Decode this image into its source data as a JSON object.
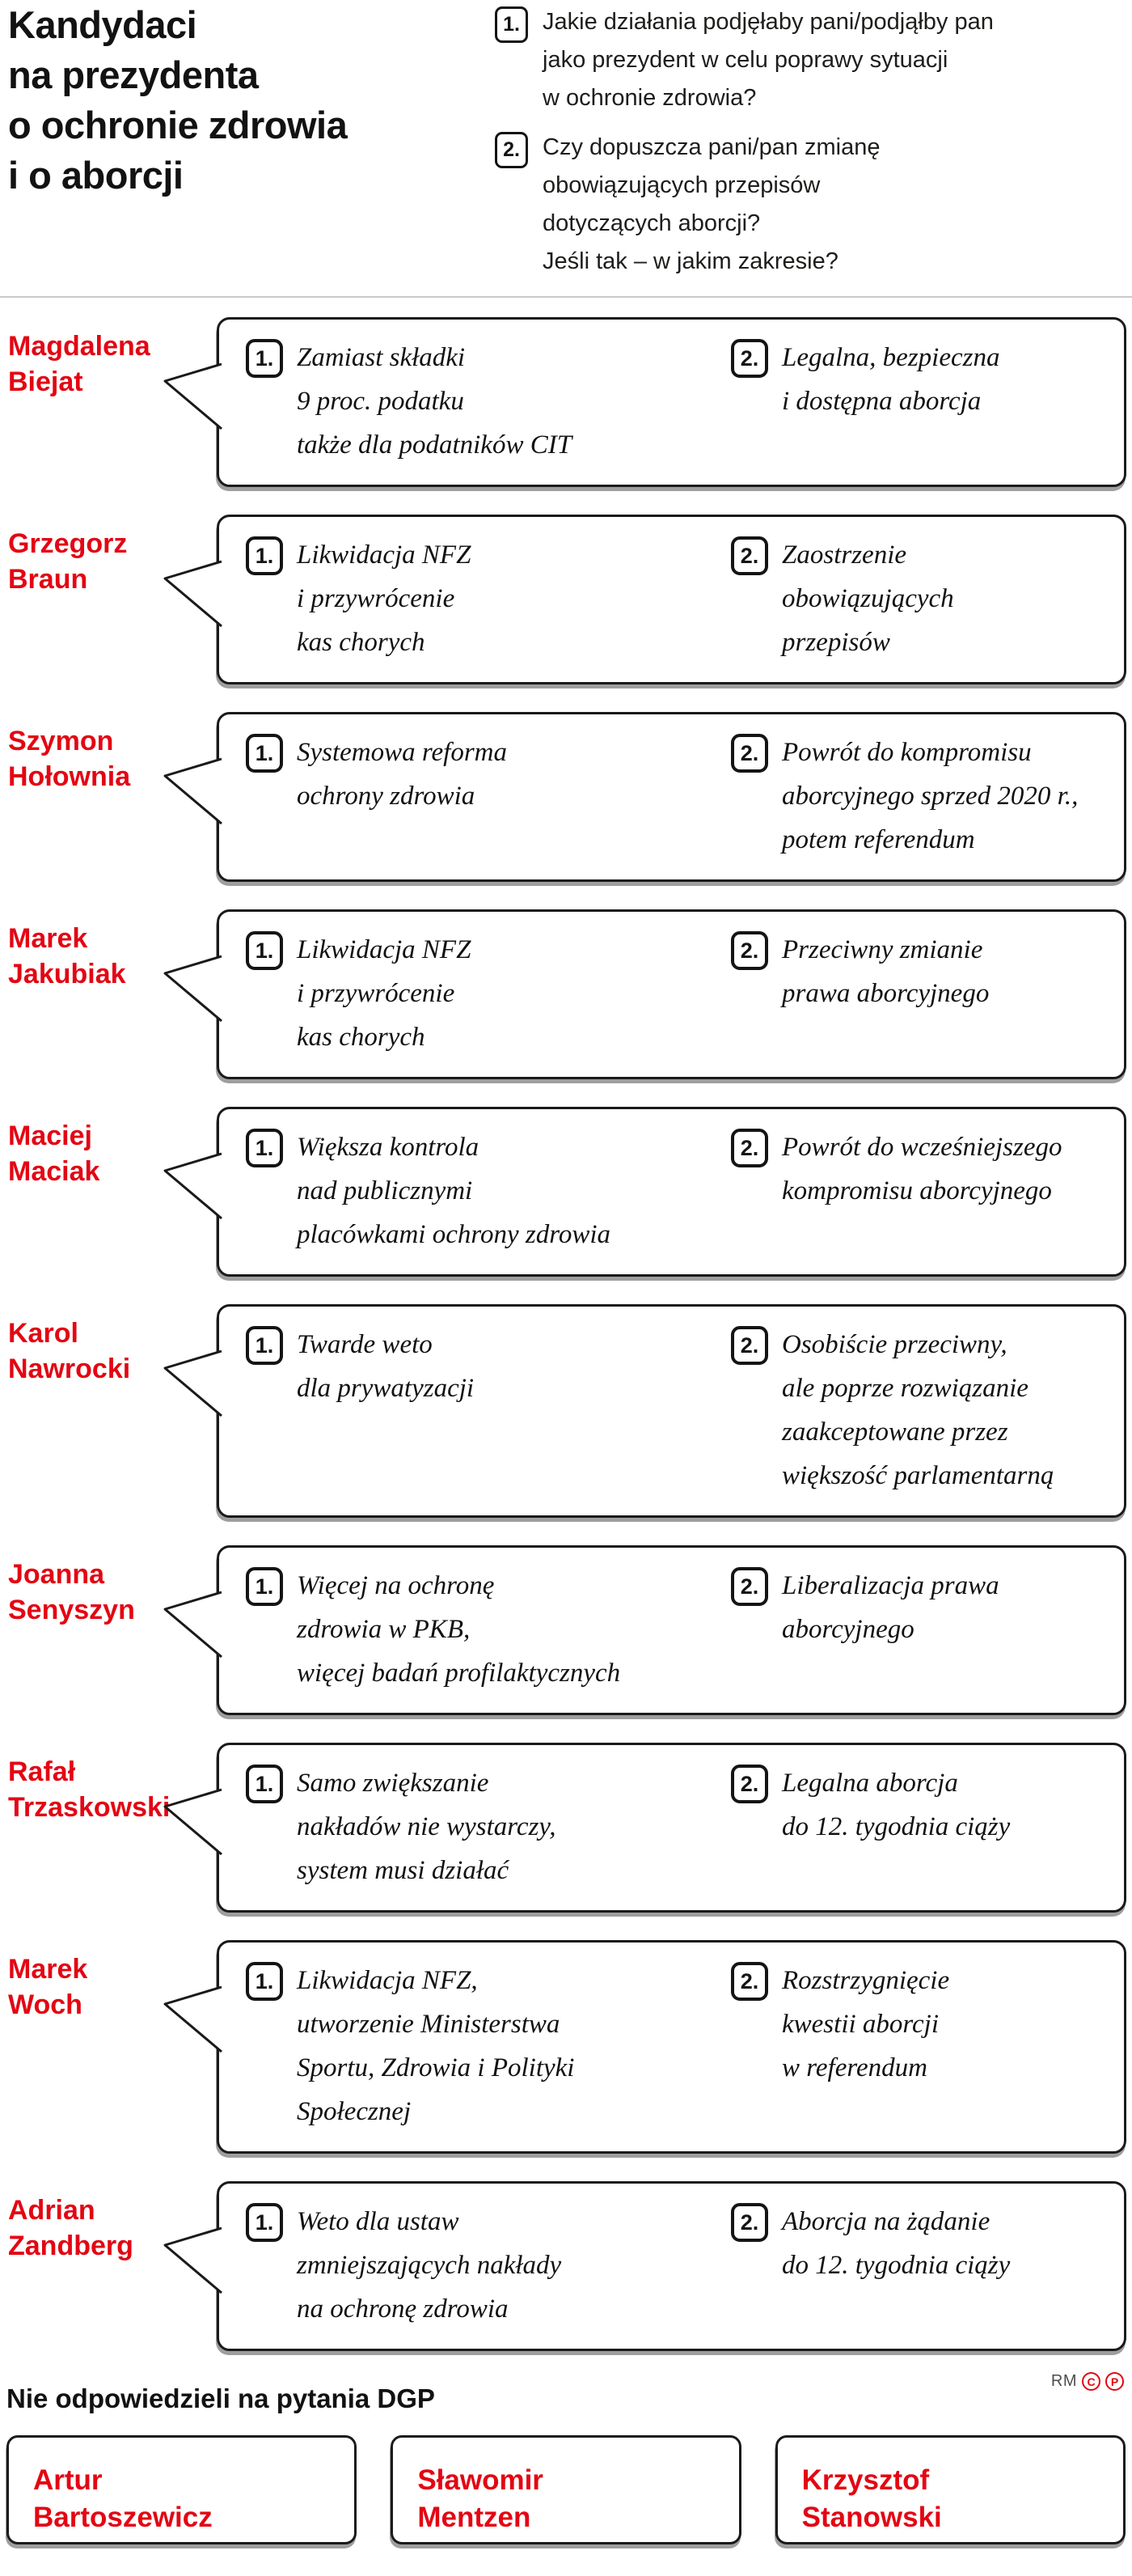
{
  "colors": {
    "accent_red": "#e30613",
    "ink": "#141414",
    "shadow_gray": "#9e9e9e"
  },
  "labels": {
    "answer1_badge": "1.",
    "answer2_badge": "2."
  },
  "header": {
    "title": "Kandydaci\nna prezydenta\no ochronie zdrowia\ni o aborcji",
    "questions": [
      {
        "num": "1.",
        "text": "Jakie działania podjęłaby pani/podjąłby pan\njako prezydent w celu poprawy sytuacji\nw ochronie zdrowia?"
      },
      {
        "num": "2.",
        "text": "Czy dopuszcza pani/pan zmianę\nobowiązujących przepisów\ndotyczących aborcji?\nJeśli tak – w jakim zakresie?"
      }
    ]
  },
  "candidates": [
    {
      "name": "Magdalena\nBiejat",
      "answer1": "Zamiast składki\n9 proc. podatku\ntakże dla podatników CIT",
      "answer2": "Legalna, bezpieczna\ni dostępna aborcja"
    },
    {
      "name": "Grzegorz\nBraun",
      "answer1": "Likwidacja NFZ\ni przywrócenie\nkas chorych",
      "answer2": "Zaostrzenie\nobowiązujących\nprzepisów"
    },
    {
      "name": "Szymon\nHołownia",
      "answer1": "Systemowa reforma\nochrony zdrowia",
      "answer2": "Powrót do kompromisu\naborcyjnego sprzed 2020 r.,\npotem referendum"
    },
    {
      "name": "Marek\nJakubiak",
      "answer1": "Likwidacja NFZ\ni przywrócenie\nkas chorych",
      "answer2": "Przeciwny zmianie\nprawa aborcyjnego"
    },
    {
      "name": "Maciej\nMaciak",
      "answer1": "Większa kontrola\nnad publicznymi\nplacówkami ochrony zdrowia",
      "answer2": "Powrót do wcześniejszego\nkompromisu aborcyjnego"
    },
    {
      "name": "Karol\nNawrocki",
      "answer1": "Twarde weto\ndla prywatyzacji",
      "answer2": "Osobiście przeciwny,\nale poprze rozwiązanie\nzaakceptowane przez\nwiększość parlamentarną"
    },
    {
      "name": "Joanna\nSenyszyn",
      "answer1": "Więcej na ochronę\nzdrowia w PKB,\nwięcej badań profilaktycznych",
      "answer2": "Liberalizacja prawa\naborcyjnego"
    },
    {
      "name": "Rafał\nTrzaskowski",
      "answer1": "Samo zwiększanie\nnakładów nie wystarczy,\nsystem musi działać",
      "answer2": "Legalna aborcja\ndo 12. tygodnia ciąży"
    },
    {
      "name": "Marek\nWoch",
      "answer1": "Likwidacja NFZ,\nutworzenie Ministerstwa\nSportu, Zdrowia i Polityki\nSpołecznej",
      "answer2": "Rozstrzygnięcie\nkwestii aborcji\nw referendum"
    },
    {
      "name": "Adrian\nZandberg",
      "answer1": "Weto dla ustaw\nzmniejszających nakłady\nna ochronę zdrowia",
      "answer2": "Aborcja na żądanie\ndo 12. tygodnia ciąży"
    }
  ],
  "footer": {
    "heading": "Nie odpowiedzieli na pytania DGP",
    "credit": "RM",
    "copyright_c": "C",
    "copyright_p": "P",
    "non_responders": [
      {
        "name": "Artur\nBartoszewicz"
      },
      {
        "name": "Sławomir\nMentzen"
      },
      {
        "name": "Krzysztof\nStanowski"
      }
    ]
  }
}
